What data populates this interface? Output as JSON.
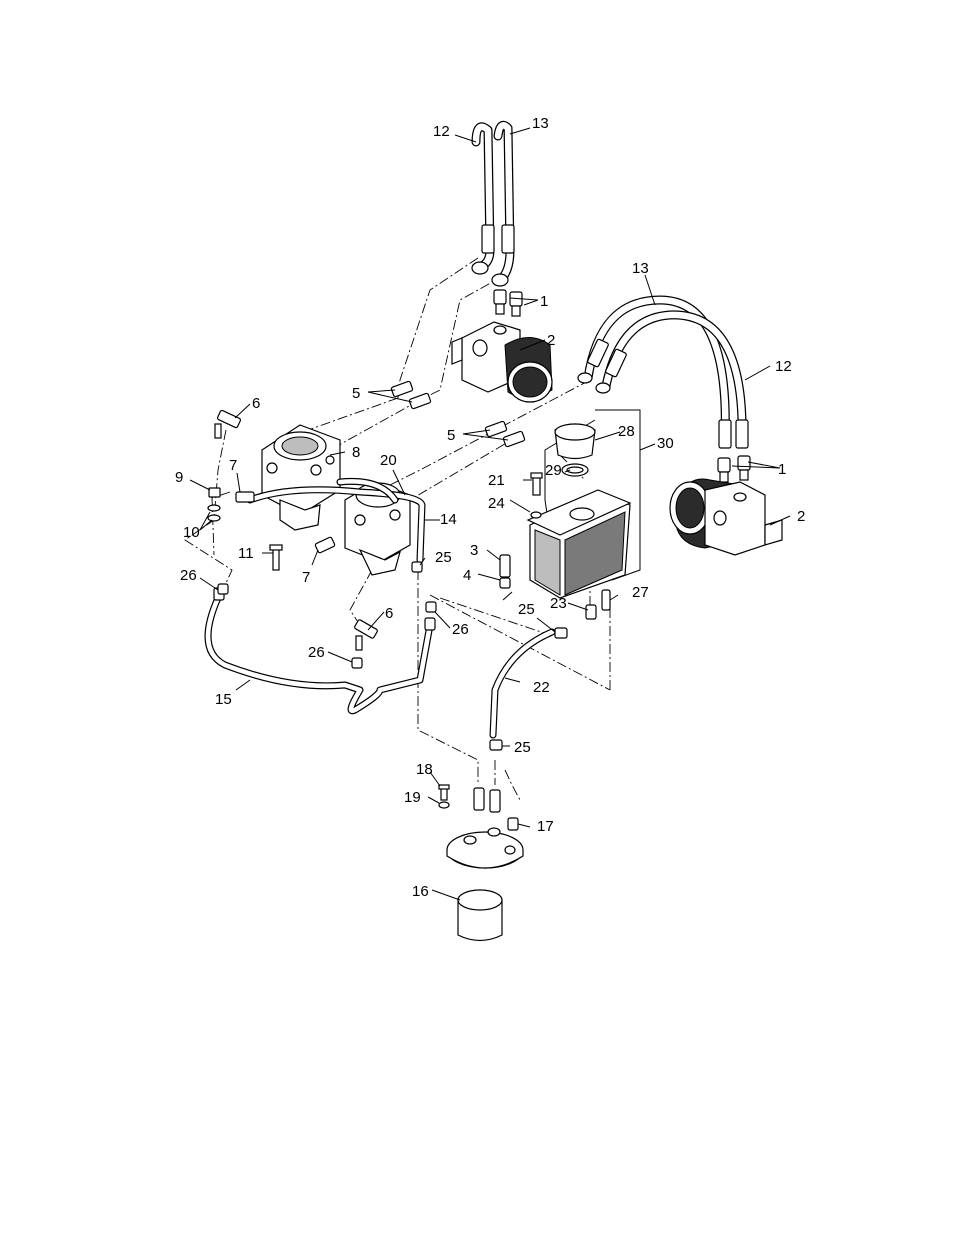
{
  "callouts": [
    {
      "id": "c-1a",
      "text": "1"
    },
    {
      "id": "c-1b",
      "text": "1"
    },
    {
      "id": "c-2a",
      "text": "2"
    },
    {
      "id": "c-2b",
      "text": "2"
    },
    {
      "id": "c-3",
      "text": "3"
    },
    {
      "id": "c-4",
      "text": "4"
    },
    {
      "id": "c-5a",
      "text": "5"
    },
    {
      "id": "c-5b",
      "text": "5"
    },
    {
      "id": "c-6a",
      "text": "6"
    },
    {
      "id": "c-6b",
      "text": "6"
    },
    {
      "id": "c-7a",
      "text": "7"
    },
    {
      "id": "c-7b",
      "text": "7"
    },
    {
      "id": "c-8",
      "text": "8"
    },
    {
      "id": "c-9",
      "text": "9"
    },
    {
      "id": "c-10",
      "text": "10"
    },
    {
      "id": "c-11",
      "text": "11"
    },
    {
      "id": "c-12a",
      "text": "12"
    },
    {
      "id": "c-12b",
      "text": "12"
    },
    {
      "id": "c-13a",
      "text": "13"
    },
    {
      "id": "c-13b",
      "text": "13"
    },
    {
      "id": "c-14",
      "text": "14"
    },
    {
      "id": "c-15",
      "text": "15"
    },
    {
      "id": "c-16",
      "text": "16"
    },
    {
      "id": "c-17",
      "text": "17"
    },
    {
      "id": "c-18",
      "text": "18"
    },
    {
      "id": "c-19",
      "text": "19"
    },
    {
      "id": "c-20",
      "text": "20"
    },
    {
      "id": "c-21",
      "text": "21"
    },
    {
      "id": "c-22",
      "text": "22"
    },
    {
      "id": "c-23",
      "text": "23"
    },
    {
      "id": "c-24",
      "text": "24"
    },
    {
      "id": "c-25a",
      "text": "25"
    },
    {
      "id": "c-25b",
      "text": "25"
    },
    {
      "id": "c-25c",
      "text": "25"
    },
    {
      "id": "c-26a",
      "text": "26"
    },
    {
      "id": "c-26b",
      "text": "26"
    },
    {
      "id": "c-26c",
      "text": "26"
    },
    {
      "id": "c-27",
      "text": "27"
    },
    {
      "id": "c-28",
      "text": "28"
    },
    {
      "id": "c-29",
      "text": "29"
    },
    {
      "id": "c-30",
      "text": "30"
    }
  ]
}
